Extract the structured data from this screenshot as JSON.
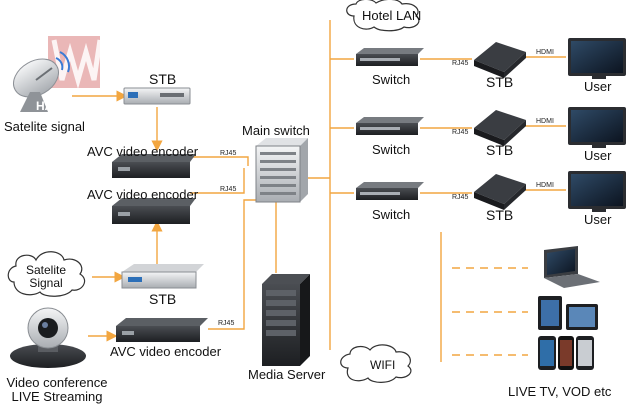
{
  "logo": {
    "text": "HAIWEI"
  },
  "labels": {
    "satellite_signal_top": "Satelite signal",
    "satellite_signal_cloud": "Satelite\nSignal",
    "stb": "STB",
    "avc_encoder": "AVC video encoder",
    "main_switch": "Main switch",
    "media_server": "Media Server",
    "hotel_lan": "Hotel LAN",
    "wifi": "WIFI",
    "switch": "Switch",
    "user": "User",
    "video_conference": "Video conference\nLIVE Streaming",
    "live_tv": "LIVE TV, VOD etc",
    "rj45": "RJ45",
    "hdmi": "HDMI"
  },
  "colors": {
    "link": "#f2a640",
    "device_dark": "#2a2c30",
    "device_silver": "#d8dadc",
    "screen": "#1e2d3e"
  },
  "icons": {
    "satellite": "satellite-dish-icon",
    "stb_box": "set-top-box-icon",
    "encoder": "rack-encoder-icon",
    "switch": "network-switch-icon",
    "server": "server-tower-icon",
    "monitor": "monitor-icon",
    "laptop": "laptop-icon",
    "tablet": "tablet-icon",
    "phone": "smartphone-icon",
    "camera": "conference-camera-icon",
    "cloud": "cloud-icon"
  }
}
